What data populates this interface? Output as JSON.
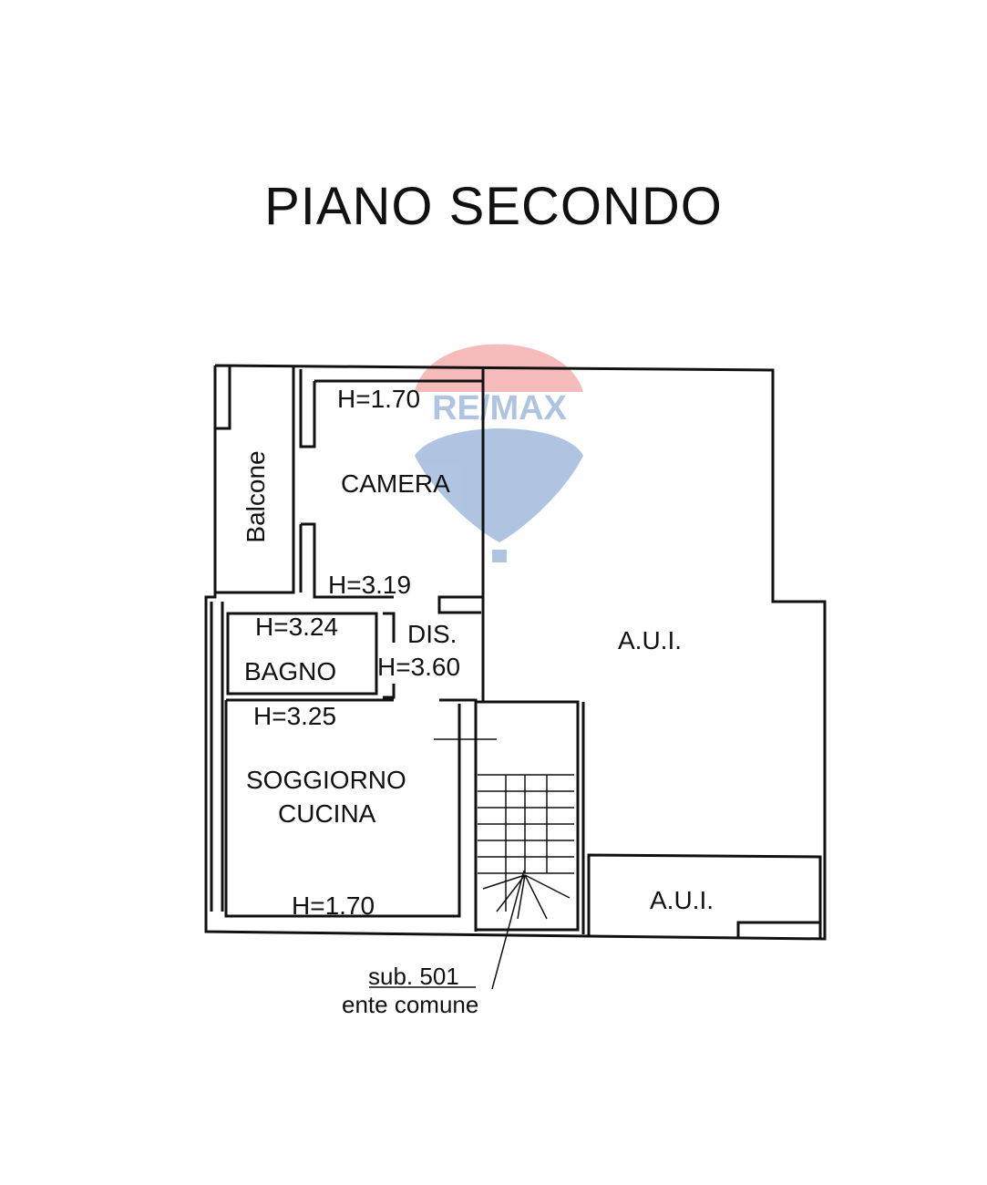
{
  "title": "PIANO SECONDO",
  "watermark": {
    "text": "RE/MAX",
    "red": "#e8423f",
    "blue": "#1a5aa8"
  },
  "rooms": {
    "balcone": "Balcone",
    "camera": "CAMERA",
    "camera_h_top": "H=1.70",
    "camera_h_bottom": "H=3.19",
    "bagno": "BAGNO",
    "bagno_h": "H=3.24",
    "dis": "DIS.",
    "dis_h": "H=3.60",
    "soggiorno_line1": "SOGGIORNO",
    "soggiorno_line2": "CUCINA",
    "soggiorno_h_top": "H=3.25",
    "soggiorno_h_bottom": "H=1.70",
    "aui_large": "A.U.I.",
    "aui_small": "A.U.I."
  },
  "annotation": {
    "line1": "sub. 501",
    "line2": "ente comune"
  }
}
